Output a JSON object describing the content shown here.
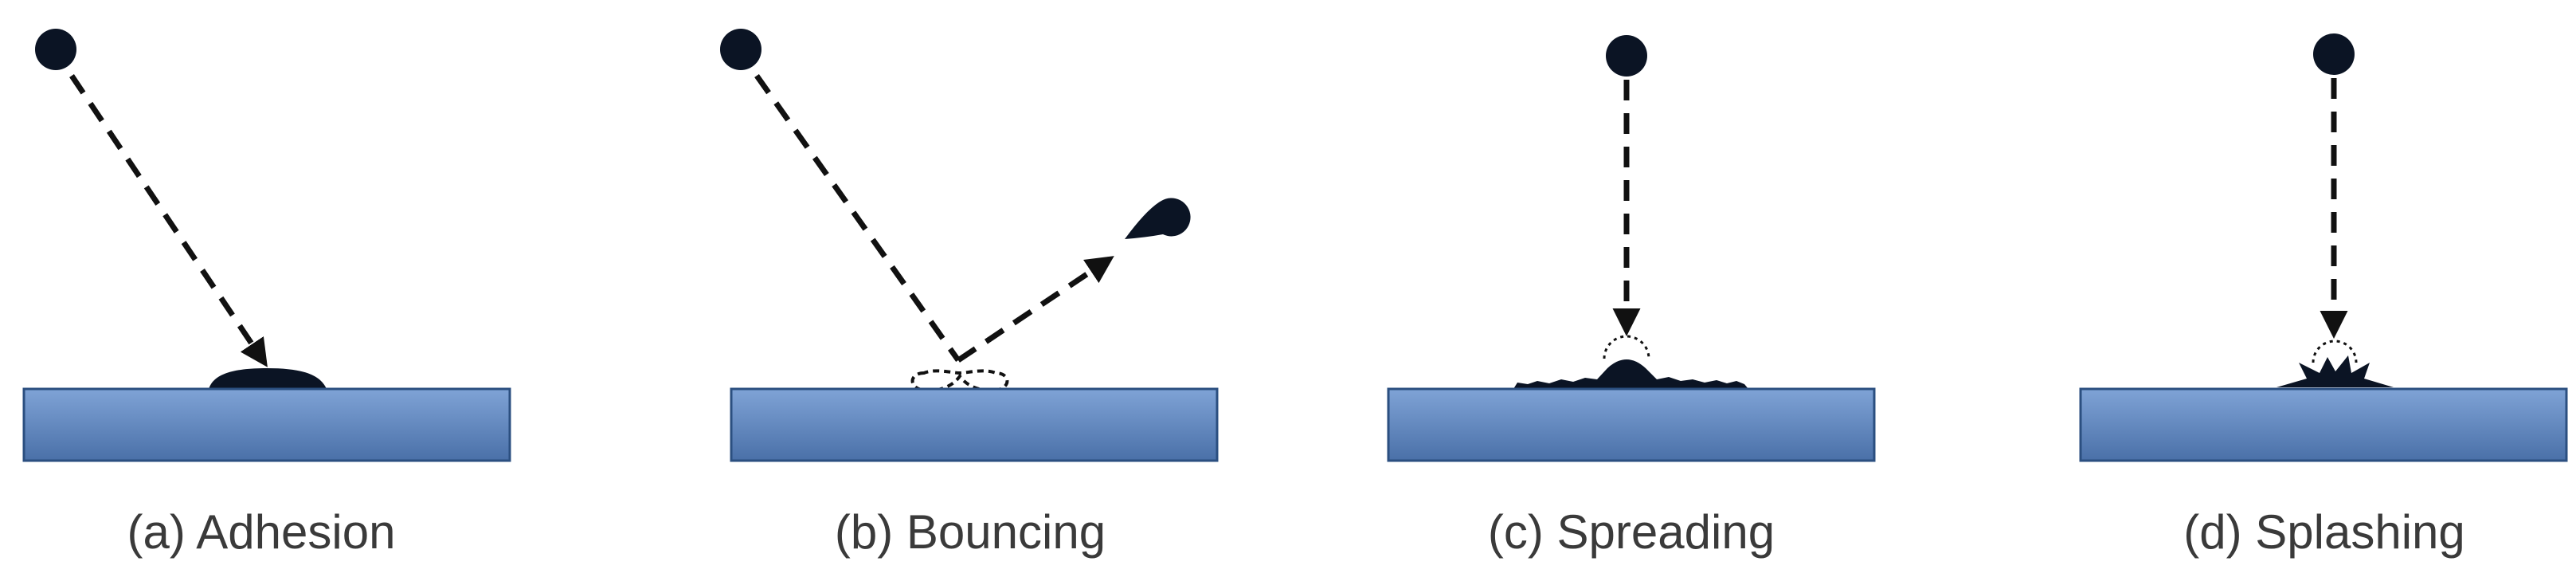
{
  "panels": [
    {
      "id": "a",
      "caption": "(a) Adhesion"
    },
    {
      "id": "b",
      "caption": "(b) Bouncing"
    },
    {
      "id": "c",
      "caption": "(c) Spreading"
    },
    {
      "id": "d",
      "caption": "(d) Splashing"
    }
  ],
  "colors": {
    "substrate_top": "#7fa3d6",
    "substrate_bottom": "#4a70a8",
    "substrate_edge": "#2b4f80",
    "droplet": "#0b1424",
    "trajectory": "#111111"
  }
}
